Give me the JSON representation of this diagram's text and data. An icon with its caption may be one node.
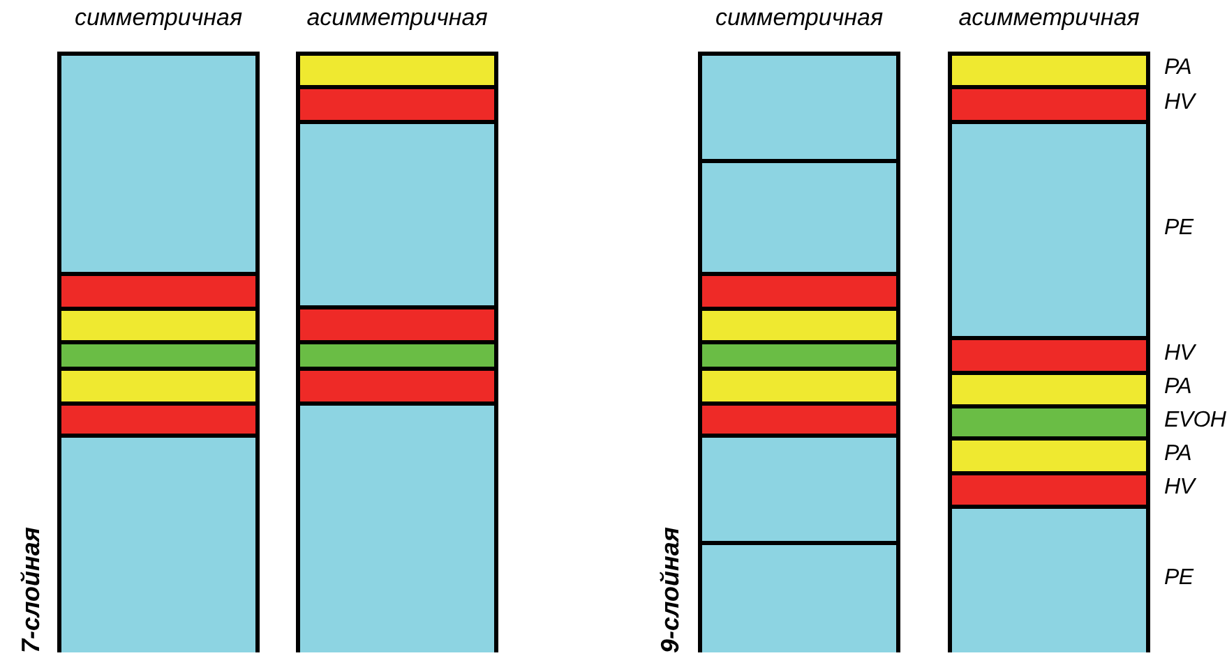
{
  "diagram": {
    "nodes": [
      {
        "text": [
          "симметричная"
        ]
      },
      {
        "text": [],
        "shape": "bar",
        "in": 0
      },
      {
        "text": [],
        "shape": "bar",
        "in": 0
      },
      {
        "text": [],
        "shape": "bar",
        "in": 0
      },
      {
        "text": [],
        "shape": "bar",
        "in": 0
      },
      {
        "text": [],
        "shape": "bar",
        "in": 0
      },
      {
        "text": [],
        "shape": "bar",
        "in": 0
      },
      {
        "text": [],
        "shape": "bar",
        "in": 0
      },
      {
        "text": [
          "асимметричная"
        ]
      },
      {
        "text": [],
        "shape": "bar",
        "in": 8
      },
      {
        "text": [],
        "shape": "bar",
        "in": 8
      },
      {
        "text": [],
        "shape": "bar",
        "in": 8
      },
      {
        "text": [],
        "shape": "bar",
        "in": 8
      },
      {
        "text": [],
        "shape": "bar",
        "in": 8
      },
      {
        "text": [],
        "shape": "bar",
        "in": 8
      },
      {
        "text": [],
        "shape": "bar",
        "in": 8
      },
      {
        "text": [
          "симметричная"
        ]
      },
      {
        "text": [],
        "shape": "bar",
        "in": 16
      },
      {
        "text": [],
        "shape": "bar",
        "in": 16
      },
      {
        "text": [],
        "shape": "bar",
        "in": 16
      },
      {
        "text": [],
        "shape": "bar",
        "in": 16
      },
      {
        "text": [],
        "shape": "bar",
        "in": 16
      },
      {
        "text": [],
        "shape": "bar",
        "in": 16
      },
      {
        "text": [],
        "shape": "bar",
        "in": 16
      },
      {
        "text": [],
        "shape": "bar",
        "in": 16
      },
      {
        "text": [],
        "shape": "bar",
        "in": 16
      },
      {
        "text": [
          "асимметричная"
        ]
      },
      {
        "text": [],
        "shape": "bar",
        "in": 26,
        "beside": [
          "PA"
        ]
      },
      {
        "text": [],
        "shape": "bar",
        "in": 26,
        "beside": [
          "HV"
        ]
      },
      {
        "text": [],
        "shape": "bar",
        "in": 26,
        "beside": [
          "PE"
        ]
      },
      {
        "text": [],
        "shape": "bar",
        "in": 26,
        "beside": [
          "HV"
        ]
      },
      {
        "text": [],
        "shape": "bar",
        "in": 26,
        "beside": [
          "PA"
        ]
      },
      {
        "text": [],
        "shape": "bar",
        "in": 26,
        "beside": [
          "EVOH"
        ]
      },
      {
        "text": [],
        "shape": "bar",
        "in": 26,
        "beside": [
          "PA"
        ]
      },
      {
        "text": [],
        "shape": "bar",
        "in": 26,
        "beside": [
          "HV"
        ]
      },
      {
        "text": [],
        "shape": "bar",
        "in": 26,
        "beside": [
          "PE"
        ]
      }
    ],
    "edges": [],
    "labels": [
      "7-слойная",
      "9-слойная"
    ]
  }
}
